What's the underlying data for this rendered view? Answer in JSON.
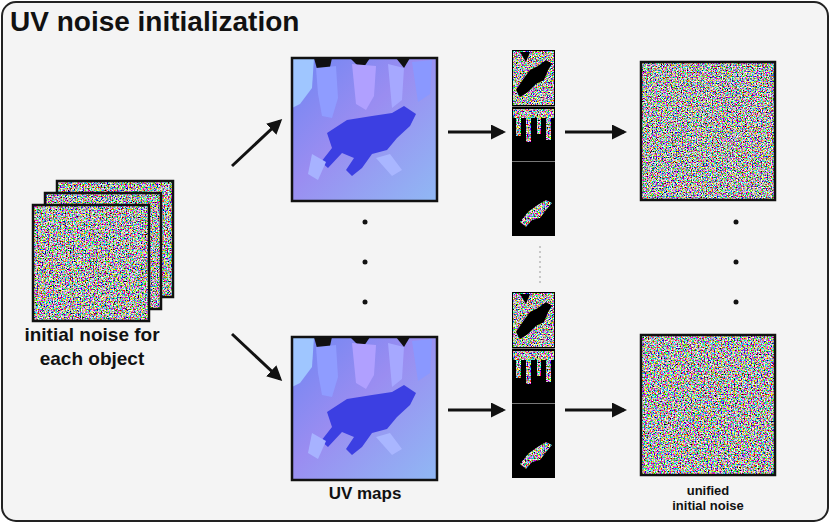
{
  "diagram": {
    "title": "UV noise initialization",
    "labels": [
      "initial noise for each object",
      "UV maps",
      "unified initial noise"
    ]
  }
}
